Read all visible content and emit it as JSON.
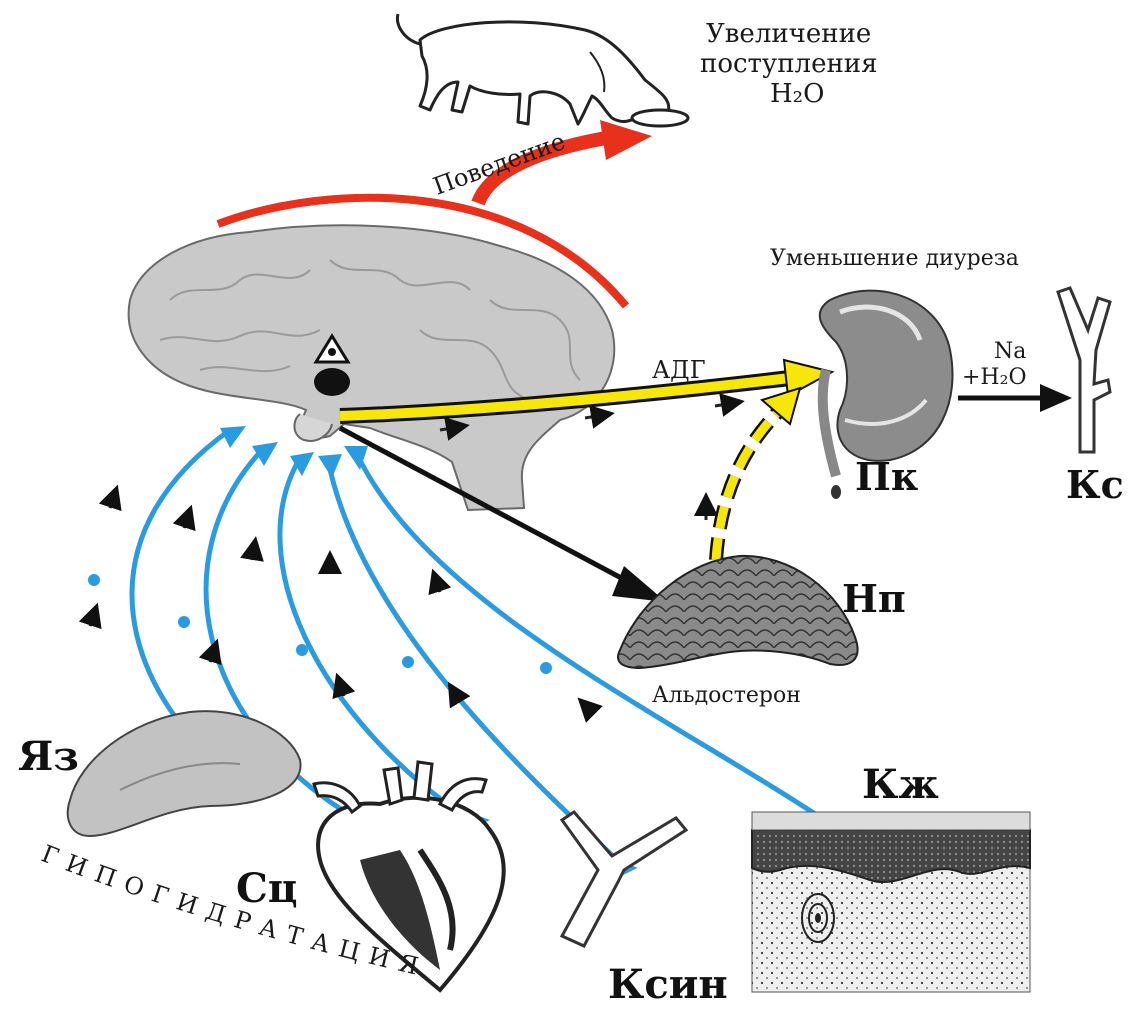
{
  "labels": {
    "water_intake_line1": "Увеличение",
    "water_intake_line2": "поступления",
    "water_intake_line3": "H₂O",
    "behavior": "Поведение",
    "diuresis": "Уменьшение диуреза",
    "adh": "АДГ",
    "na_line1": "Na",
    "na_line2": "+H₂O",
    "kidney": "Пк",
    "vessel": "Кс",
    "adrenal": "Нп",
    "aldosterone": "Альдостерон",
    "tongue": "Яз",
    "heart": "Сц",
    "sinus": "Ксин",
    "skin": "Кж",
    "hypohydration": "ГИПОГИДРАТАЦИЯ"
  },
  "colors": {
    "behavior_arrow": "#e8311c",
    "adh_arrow": "#f7e60a",
    "afferent_arrows": "#2b9be0",
    "efferent_arrow": "#111111",
    "brain_fill": "#c9c9c9"
  },
  "icons": [
    "dog-icon",
    "brain-icon",
    "kidney-icon",
    "adrenal-gland-icon",
    "tongue-icon",
    "heart-icon",
    "carotid-sinus-icon",
    "skin-section-icon",
    "blood-vessel-icon"
  ]
}
